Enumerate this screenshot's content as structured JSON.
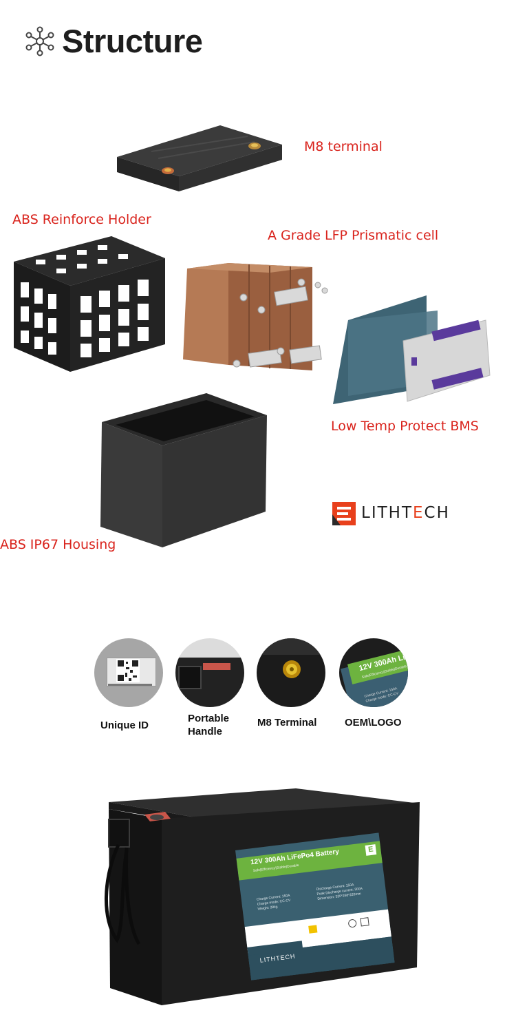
{
  "page": {
    "title": "Structure"
  },
  "components": {
    "m8_terminal": "M8 terminal",
    "abs_reinforce_holder": "ABS Reinforce Holder",
    "lfp_cell": "A Grade LFP Prismatic cell",
    "bms": "Low Temp Protect BMS",
    "housing": "ABS IP67 Housing"
  },
  "brand": {
    "name_left": "LITHT",
    "name_e": "E",
    "name_right": "CH",
    "accent_color": "#e8401c",
    "label_color": "#d9231c"
  },
  "features": [
    {
      "label": "Unique ID"
    },
    {
      "label_line1": "Portable",
      "label_line2": "Handle"
    },
    {
      "label": "M8 Terminal"
    },
    {
      "label": "OEM\\LOGO"
    }
  ],
  "product_label": {
    "heading": "12V 300Ah LiFePo4 Battery",
    "subheading": "Safe|Efficiency|Stable|Durable",
    "spec_left": [
      "Charge Current: 150A",
      "Charge mode: CC-CV",
      "Weight: 28kg"
    ],
    "spec_right": [
      "Discharge Current: 150A",
      "Peak Discharge current: 300A",
      "Dimension: 520*268*220mm"
    ],
    "brand": "LITHTECH",
    "badge": "E"
  },
  "thumb_label": {
    "heading": "12V 300Ah Li",
    "subheading": "Safe|Efficiency|Stable|Durable",
    "line1": "Charge Current: 150A",
    "line2": "Charge mode: CC-CV"
  }
}
